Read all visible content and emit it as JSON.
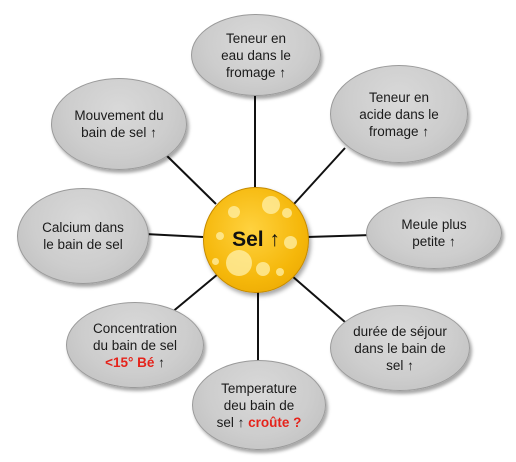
{
  "diagram": {
    "center": {
      "label": "Sel ↑"
    },
    "nodes": {
      "top": {
        "lines": [
          "Teneur en",
          "eau dans le",
          "fromage ↑"
        ]
      },
      "top_right": {
        "lines": [
          "Teneur en",
          "acide dans le",
          "fromage ↑"
        ]
      },
      "right": {
        "lines": [
          "Meule plus",
          "petite ↑"
        ]
      },
      "bottom_right": {
        "lines": [
          "durée de séjour",
          "dans le bain de",
          "sel ↑"
        ]
      },
      "bottom": {
        "line1": "Temperature",
        "line2": "deu bain de",
        "line3_a": "sel ↑ ",
        "line3_red": "croûte ?"
      },
      "bottom_left": {
        "line1": "Concentration",
        "line2": "du bain de sel",
        "line3_red": "<15° Bé",
        "line3_b": " ↑"
      },
      "left": {
        "lines": [
          "Calcium dans",
          "le bain de sel"
        ]
      },
      "top_left": {
        "lines": [
          "Mouvement du",
          "bain de sel ↑"
        ]
      }
    },
    "colors": {
      "center_fill": "#f5b70a",
      "node_fill": "#cdcdcd",
      "highlight_text": "#e5231b",
      "connector": "#111111"
    }
  }
}
